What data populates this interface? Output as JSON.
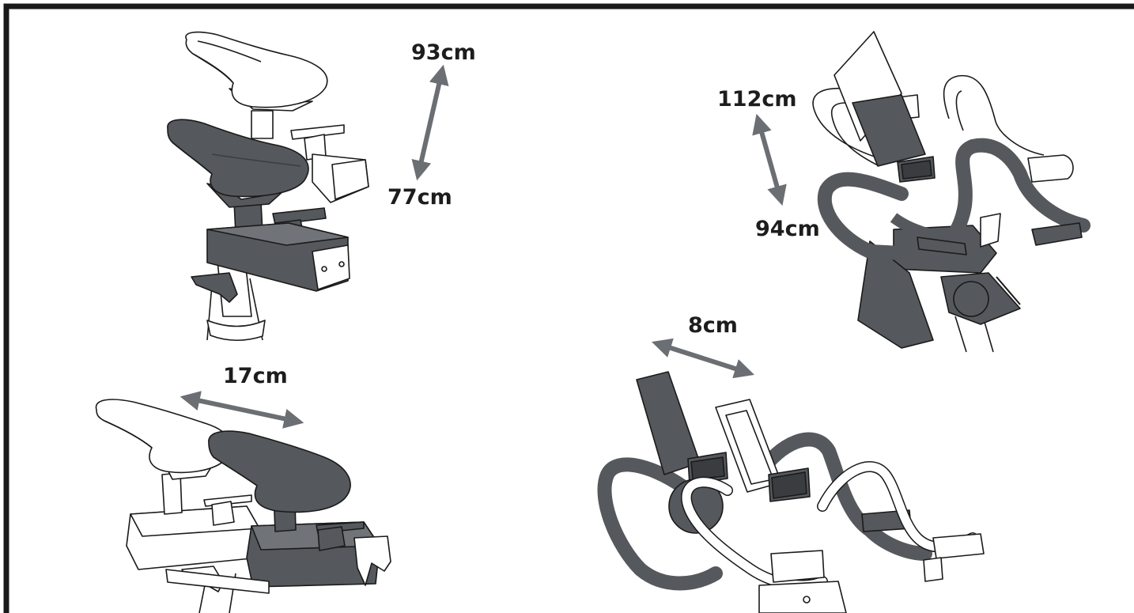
{
  "colors": {
    "border": "#1a1a1a",
    "arrow": "#6b6e72",
    "dark_part": "#55585c",
    "dark_part_light": "#707377",
    "outline": "#1a1a1a",
    "light_part": "#ffffff"
  },
  "panels": {
    "seat_height": {
      "top_label": "93cm",
      "bottom_label": "77cm"
    },
    "handlebar_height": {
      "top_label": "112cm",
      "bottom_label": "94cm"
    },
    "seat_fore_aft": {
      "label": "17cm"
    },
    "handlebar_fore_aft": {
      "label": "8cm"
    }
  }
}
